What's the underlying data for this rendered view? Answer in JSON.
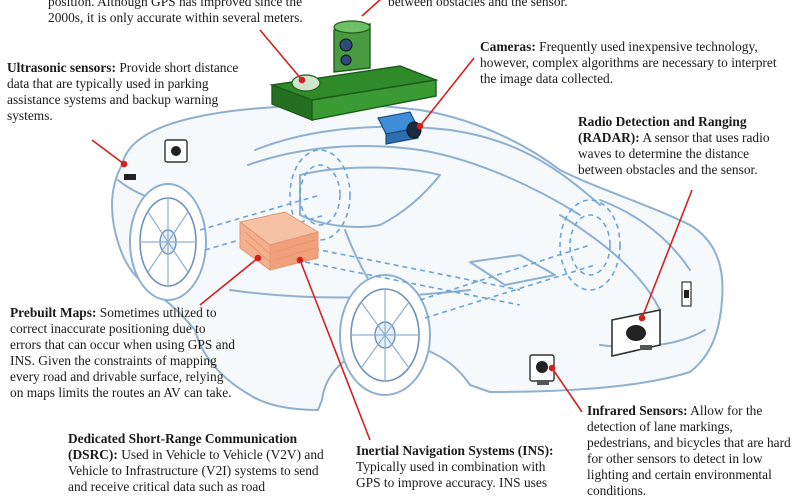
{
  "labels": {
    "gps_text": "position. Although GPS has improved since the 2000s, it is only accurate within several meters.",
    "radar_top_text": "between obstacles and the sensor.",
    "ultrasonic": {
      "title": "Ultrasonic sensors:",
      "text": "Provide short distance data that are typically used in parking assistance systems and backup warning systems."
    },
    "cameras": {
      "title": "Cameras:",
      "text": "Frequently used inexpensive technology, however, complex algorithms are necessary to interpret the image data collected."
    },
    "radar": {
      "title": "Radio Detection and Ranging (RADAR):",
      "text": "A sensor that uses radio waves to determine the distance between obstacles and the sensor."
    },
    "maps": {
      "title": "Prebuilt Maps:",
      "text": "Sometimes utilized to correct inaccurate positioning due to errors that can occur when using GPS and INS. Given the constraints of mapping every road and drivable surface, relying on maps limits the routes  an AV can take."
    },
    "dsrc": {
      "title": "Dedicated Short-Range Communication (DSRC):",
      "text": "Used in Vehicle to Vehicle (V2V) and Vehicle to Infrastructure (V2I) systems to send and receive critical data such as road"
    },
    "ins": {
      "title": "Inertial Navigation Systems (INS):",
      "text": "Typically used in combination with GPS to improve accuracy. INS uses"
    },
    "infrared": {
      "title": "Infrared Sensors:",
      "text": "Allow for the detection of lane markings, pedestrians, and bicycles that are hard for other sensors to detect in low lighting and certain environmental conditions."
    }
  },
  "colors": {
    "outline": "#8fb0cf",
    "outline_dark": "#6f93b8",
    "car_fill": "#f6f9fc",
    "dashed": "#6ca3d8",
    "leader": "#d42020",
    "roof_rack": "#2f8a2a",
    "lidar": "#4a9a42",
    "maps_block": "#f3b08f",
    "camera_body": "#3d8dd8"
  }
}
